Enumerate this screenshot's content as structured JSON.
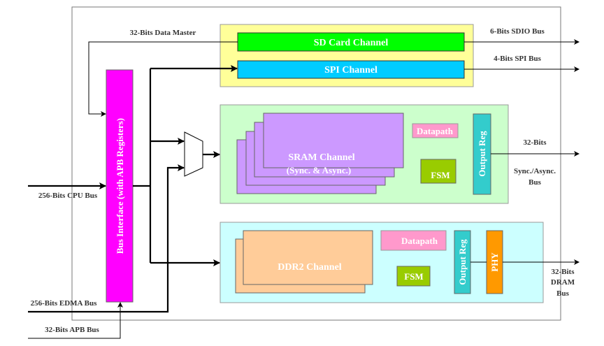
{
  "blocks": {
    "bus_interface": "Bus Interface (with APB Registers)",
    "sd_card": "SD Card Channel",
    "spi": "SPI Channel",
    "sram_line1": "SRAM Channel",
    "sram_line2": "(Sync. & Async.)",
    "sram_datapath": "Datapath",
    "sram_fsm": "FSM",
    "sram_output_reg": "Output Reg",
    "ddr2": "DDR2 Channel",
    "ddr2_datapath": "Datapath",
    "ddr2_fsm": "FSM",
    "ddr2_output_reg": "Output Reg",
    "phy": "PHY"
  },
  "labels": {
    "data_master": "32-Bits Data Master",
    "sdio_bus": "6-Bits SDIO Bus",
    "spi_bus": "4-Bits SPI Bus",
    "sync_bus": [
      "32-Bits",
      "Sync./Async.",
      "Bus"
    ],
    "dram_bus": [
      "32-Bits",
      "DRAM",
      "Bus"
    ],
    "cpu_bus": "256-Bits CPU Bus",
    "edma_bus": "256-Bits EDMA  Bus",
    "apb_bus": "32-Bits APB Bus"
  },
  "colors": {
    "bus_interface": "#ff00ff",
    "sd_card": "#00ff00",
    "spi": "#00ccff",
    "sram": "#cc99ff",
    "ddr2": "#ffcc99",
    "datapath": "#ff99cc",
    "fsm": "#99cc00",
    "output_reg": "#33cccc",
    "phy": "#ff9900",
    "sd_spi_group": "#ffff99",
    "sram_group": "#ccffcc",
    "ddr2_group": "#ccffff"
  }
}
